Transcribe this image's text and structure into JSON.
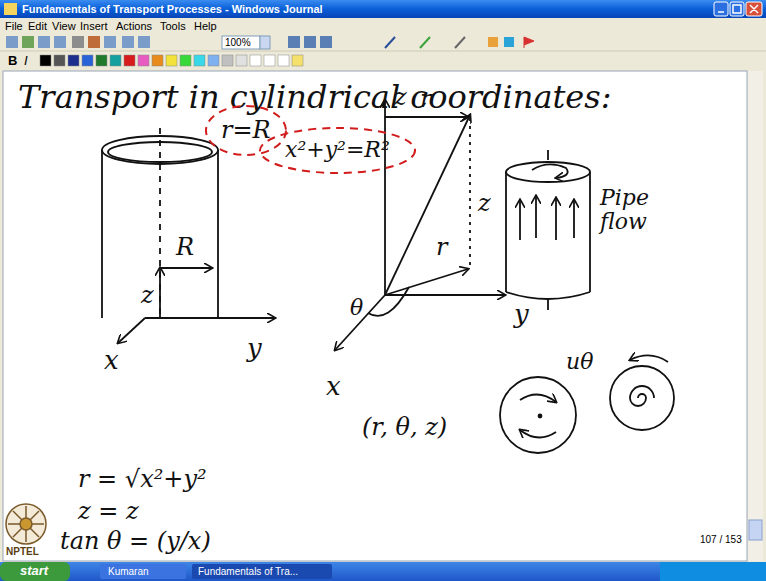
{
  "diagram": {
    "title": "Transport in cylindrical coordinates:",
    "nodes": [
      {
        "text": [
          "r=R"
        ]
      },
      {
        "text": [
          "x²+y²=R²"
        ]
      }
    ],
    "labels": [
      "Fundamentals of Transport Processes - Windows Journal",
      "File",
      "Edit",
      "View",
      "Insert",
      "Actions",
      "Tools",
      "Help",
      "100%",
      "B",
      "I",
      "z",
      "R",
      "y",
      "x",
      "z",
      "r",
      "z",
      "r",
      "y",
      "θ",
      "x",
      "(r, θ, z)",
      "Pipe flow",
      "uθ",
      "r = √x²+y²",
      "z = z",
      "tan θ = (y/x)",
      "107 / 153",
      "NPTEL",
      "start",
      "Kumaran",
      "Fundamentals of Tra..."
    ]
  }
}
